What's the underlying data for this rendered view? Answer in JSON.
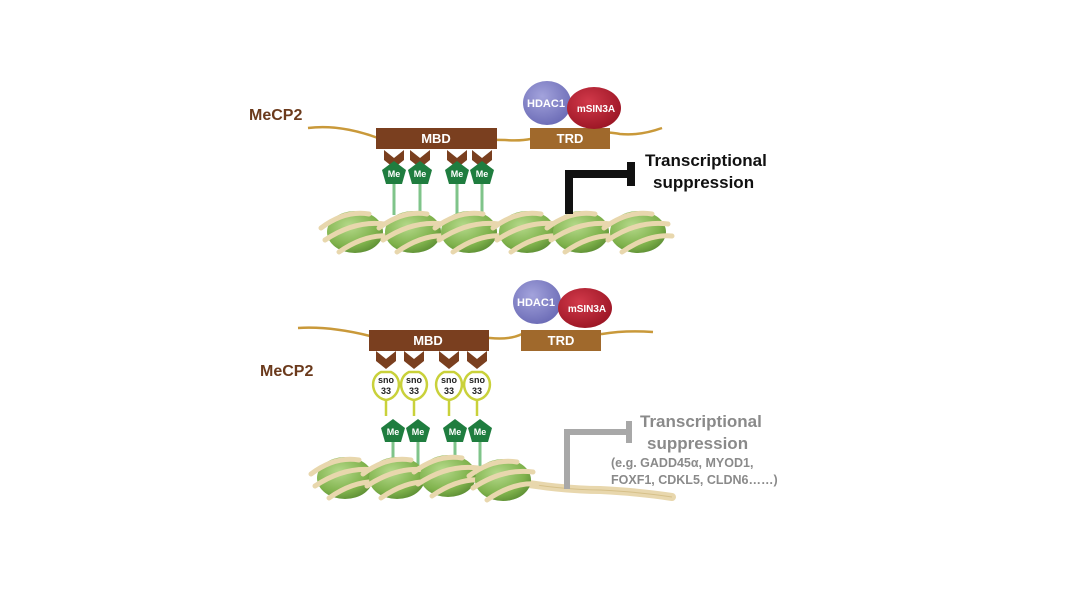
{
  "colors": {
    "mbd": "#7a3f1f",
    "trd": "#a0692c",
    "strand": "#c9993a",
    "hdac1": "#7f7fc4",
    "msin3a": "#b01f2b",
    "me": "#1f7d3f",
    "nucleosome": "#7fb24c",
    "dna_wrap": "#e8d7ad",
    "sno_loop": "#c9d13a",
    "arrow_active": "#111111",
    "arrow_inactive": "#a8a8a8"
  },
  "top": {
    "protein_label": "MeCP2",
    "mbd_label": "MBD",
    "trd_label": "TRD",
    "hdac1_label": "HDAC1",
    "msin3a_label": "mSIN3A",
    "me_label": "Me",
    "suppression_line1": "Transcriptional",
    "suppression_line2": "suppression"
  },
  "bottom": {
    "protein_label": "MeCP2",
    "mbd_label": "MBD",
    "trd_label": "TRD",
    "hdac1_label": "HDAC1",
    "msin3a_label": "mSIN3A",
    "me_label": "Me",
    "sno_line1": "sno",
    "sno_line2": "33",
    "suppression_line1": "Transcriptional",
    "suppression_line2": "suppression",
    "genes_line1": "(e.g. GADD45α, MYOD1,",
    "genes_line2": "FOXF1, CDKL5, CLDN6……)"
  }
}
